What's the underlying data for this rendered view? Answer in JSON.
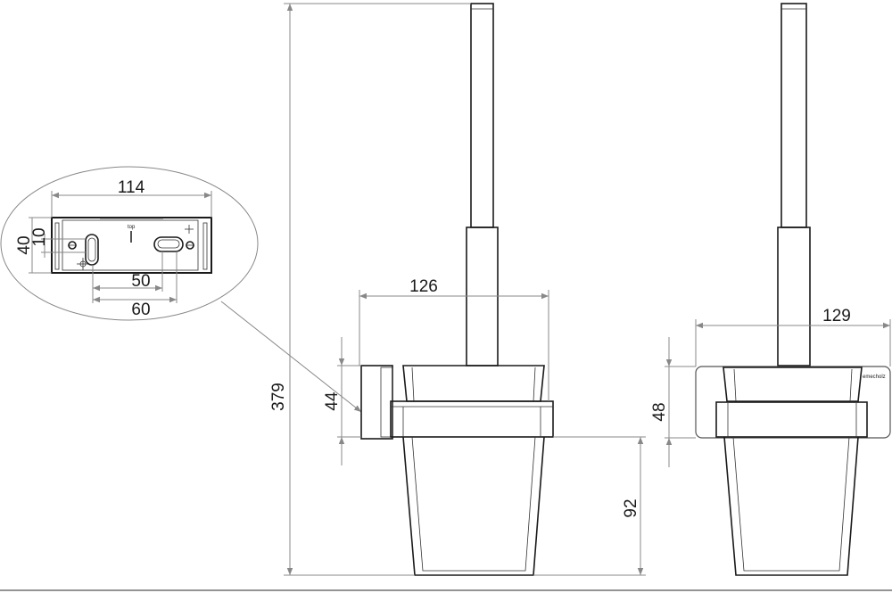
{
  "drawing": {
    "dimensions": {
      "total_height": "379",
      "holder_depth": "126",
      "bracket_height": "44",
      "cup_height": "92",
      "front_width": "129",
      "backplate_height": "48",
      "bracket_width": "114",
      "bracket_plate_height": "40",
      "hole_offset": "10",
      "hole_spacing_min": "50",
      "hole_spacing_max": "60"
    },
    "bracket_marking": "top",
    "brand_logo": "emecholz",
    "colors": {
      "line": "#1a1a1a",
      "dimension": "#888888"
    }
  }
}
